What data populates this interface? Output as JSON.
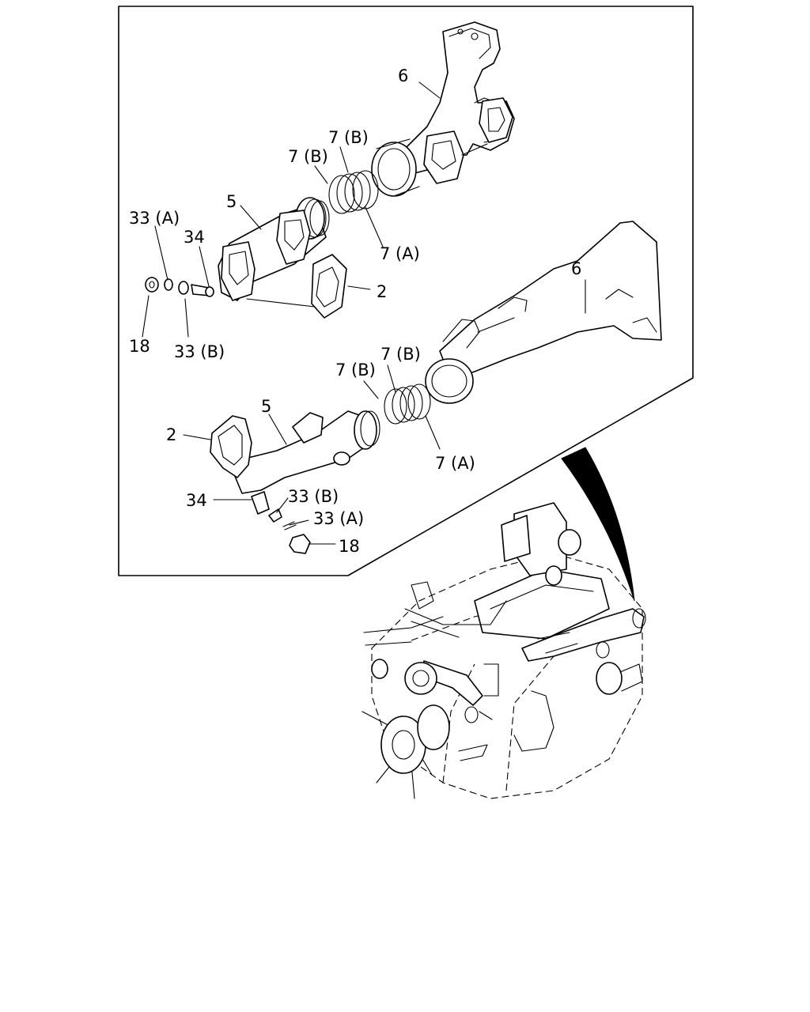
{
  "diagram": {
    "upper_group": {
      "labels": {
        "p6": "6",
        "p7b_a": "7 (B)",
        "p7b_b": "7 (B)",
        "p5": "5",
        "p33a": "33 (A)",
        "p34": "34",
        "p7a": "7 (A)",
        "p2": "2",
        "p18": "18",
        "p33b": "33 (B)"
      }
    },
    "lower_group": {
      "labels": {
        "p6": "6",
        "p7b_a": "7 (B)",
        "p7b_b": "7 (B)",
        "p5": "5",
        "p2": "2",
        "p7a": "7 (A)",
        "p34": "34",
        "p33b": "33 (B)",
        "p33a": "33 (A)",
        "p18": "18"
      }
    },
    "engine": {
      "icon": "engine-assembly-icon"
    }
  }
}
